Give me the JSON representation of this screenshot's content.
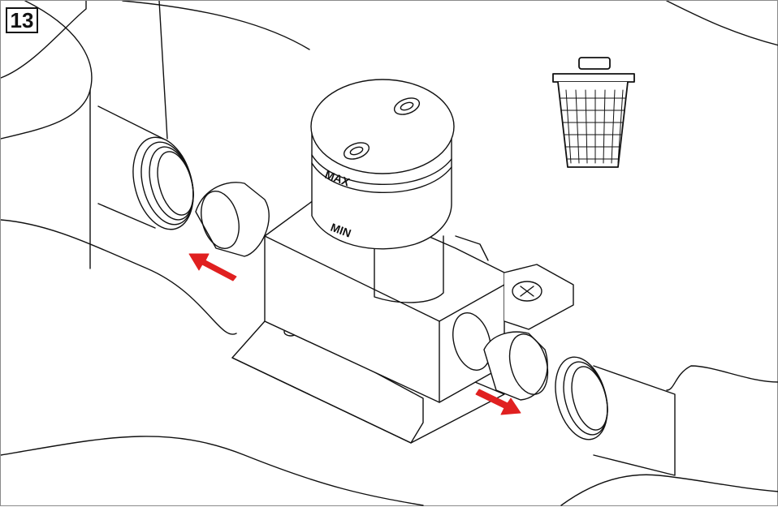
{
  "step": {
    "number": "13"
  },
  "valve": {
    "label_max": "MAX",
    "label_min": "MIN"
  },
  "colors": {
    "arrow": "#e02020",
    "line": "#111111"
  },
  "icons": {
    "disposal": "trash-bin-icon"
  }
}
